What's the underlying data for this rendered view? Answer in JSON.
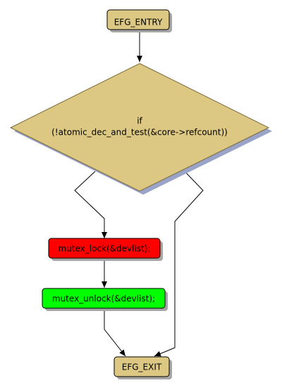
{
  "nodes": {
    "entry": {
      "label": "EFG_ENTRY"
    },
    "decision": {
      "line1": "if",
      "line2": "(!atomic_dec_and_test(&core->refcount))"
    },
    "lock": {
      "label": "mutex_lock(&devlist);"
    },
    "unlock": {
      "label": "mutex_unlock(&devlist);"
    },
    "exit": {
      "label": "EFG_EXIT"
    }
  },
  "colors": {
    "terminal": "#dcc882",
    "decision": "#dcc882",
    "lock": "#ff0000",
    "unlock": "#00ff00",
    "shadow": "#a6a6a6",
    "shadow_blue": "#9aa4c8",
    "edge": "#000000"
  }
}
